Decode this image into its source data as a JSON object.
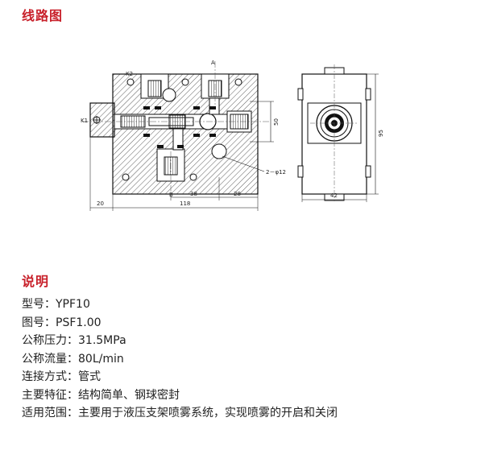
{
  "headings": {
    "diagram": "线路图",
    "description": "说明"
  },
  "diagram": {
    "labels": {
      "port_a": "A",
      "port_b": "B",
      "port_k1": "K1",
      "port_k2": "K2",
      "hole_note": "2－φ12"
    },
    "dimensions": {
      "d20": "20",
      "d118": "118",
      "d38": "38",
      "d28": "28",
      "d50": "50",
      "d42": "42",
      "d95": "95"
    }
  },
  "specs": [
    "型号：YPF10",
    "图号：PSF1.00",
    "公称压力：31.5MPa",
    "公称流量：80L/min",
    "连接方式：管式",
    "主要特征：结构简单、钢球密封",
    "适用范围：主要用于液压支架喷雾系统，实现喷雾的开启和关闭"
  ],
  "colors": {
    "accent": "#c8202a",
    "text": "#222222"
  }
}
